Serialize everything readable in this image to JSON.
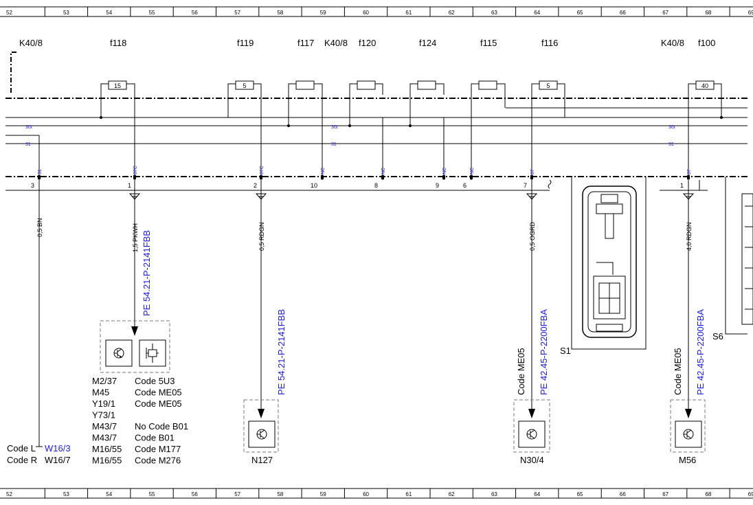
{
  "ruler": [
    "52",
    "53",
    "54",
    "55",
    "56",
    "57",
    "58",
    "59",
    "60",
    "61",
    "62",
    "63",
    "64",
    "65",
    "66",
    "67",
    "68",
    "69"
  ],
  "colors": {
    "link": "#1a1ae6",
    "line": "#000000",
    "frame": "#777777"
  },
  "module_labels": {
    "k40_left": "K40/8",
    "k40_mid": "K40/8",
    "k40_right": "K40/8"
  },
  "fuses": [
    {
      "id": "f118",
      "rating": "15"
    },
    {
      "id": "f119",
      "rating": "5"
    },
    {
      "id": "f117",
      "rating": ""
    },
    {
      "id": "f120",
      "rating": ""
    },
    {
      "id": "f124",
      "rating": ""
    },
    {
      "id": "f115",
      "rating": ""
    },
    {
      "id": "f116",
      "rating": "5"
    },
    {
      "id": "f100",
      "rating": "40"
    }
  ],
  "bus_labels": {
    "b30t": "30t",
    "b31": "31"
  },
  "pin_codes": {
    "p31": "31",
    "p87c_a": "87C",
    "p87c_b": "87C",
    "nc": "NC",
    "p87_a": "87",
    "p87_b": "87"
  },
  "pin_numbers": [
    "3",
    "1",
    "2",
    "10",
    "8",
    "9",
    "6",
    "7",
    "1"
  ],
  "wires": {
    "w1": "0,5 BN",
    "w2": "1,5 PKWH",
    "w3": "0,5 RDGN",
    "w4": "0,5 OGRD",
    "w5": "4,0 RDGN"
  },
  "pe_refs": {
    "pe1": "PE 54.21-P-2141FBB",
    "pe2": "PE 54.21-P-2141FBB",
    "pe3": "PE 42.45-P-2200FBA",
    "pe4": "PE 42.45-P-2200FBA"
  },
  "codes": {
    "me05_a": "Code ME05",
    "me05_b": "Code ME05"
  },
  "component_list": [
    {
      "comp": "M2/37",
      "code": "Code 5U3"
    },
    {
      "comp": "M45",
      "code": "Code ME05"
    },
    {
      "comp": "Y19/1",
      "code": "Code ME05"
    },
    {
      "comp": "Y73/1",
      "code": ""
    },
    {
      "comp": "M43/7",
      "code": "No Code B01"
    },
    {
      "comp": "M43/7",
      "code": "Code B01"
    },
    {
      "comp": "M16/55",
      "code": "Code M177"
    },
    {
      "comp": "M16/55",
      "code": "Code M276"
    }
  ],
  "ground_refs": [
    {
      "code": "Code L",
      "ref": "W16/3",
      "link": true
    },
    {
      "code": "Code R",
      "ref": "W16/7",
      "link": false
    }
  ],
  "components": {
    "n127": "N127",
    "n30_4": "N30/4",
    "m56": "M56",
    "s1": "S1",
    "s6": "S6"
  }
}
